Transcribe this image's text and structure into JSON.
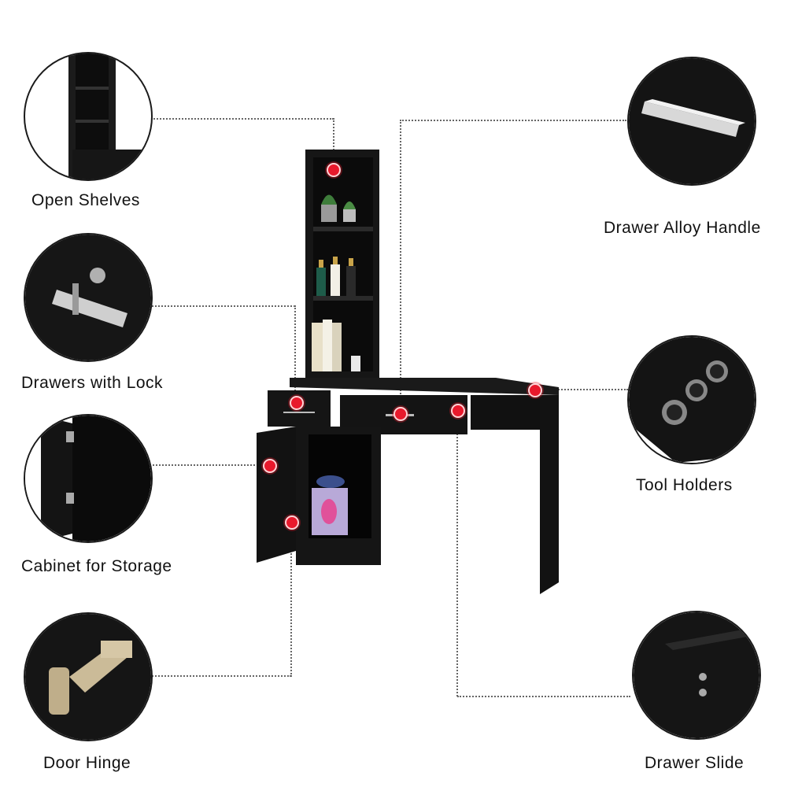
{
  "features": {
    "open_shelves": "Open Shelves",
    "drawers_with_lock": "Drawers with Lock",
    "cabinet_for_storage": "Cabinet for Storage",
    "door_hinge": "Door Hinge",
    "drawer_alloy_handle": "Drawer Alloy Handle",
    "tool_holders": "Tool Holders",
    "drawer_slide": "Drawer Slide"
  },
  "colors": {
    "furniture": "#141414",
    "marker": "#e8192c",
    "background": "#ffffff"
  }
}
